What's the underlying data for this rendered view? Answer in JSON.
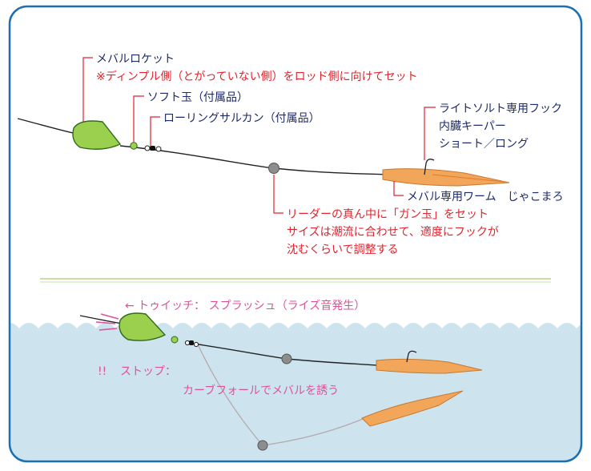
{
  "colors": {
    "frame": "#1b6fb3",
    "water": "#cde4ef",
    "divider": "#c9e0a4",
    "float_fill": "#9ad04e",
    "float_stroke": "#2f6a1f",
    "line": "#222222",
    "sinker": "#8d8d8d",
    "worm": "#f2a65a",
    "red_text": "#e2232d",
    "navy_text": "#1d2a6b",
    "pink_text": "#e0509a",
    "gray_line": "#b8a9ad"
  },
  "top": {
    "float_name": "メバルロケット",
    "float_note": "※ディンプル側（とがっていない側）をロッド側に向けてセット",
    "soft_ball": "ソフト玉（付属品）",
    "swivel": "ローリングサルカン（付属品）",
    "hook_lines": [
      "ライトソルト専用フック",
      "内臓キーパー",
      "ショート／ロング"
    ],
    "worm": "メバル専用ワーム　じゃこまろ",
    "leader_lines": [
      "リーダーの真ん中に「ガン玉」をセット",
      "サイズは潮流に合わせて、適度にフックが",
      "沈むくらいで調整する"
    ]
  },
  "bottom": {
    "twitch": "←  トゥイッチ：  スプラッシュ（ライズ音発生）",
    "stop_mark": "!!",
    "stop": "ストップ：",
    "fall": "カーブフォールでメバルを誘う"
  }
}
